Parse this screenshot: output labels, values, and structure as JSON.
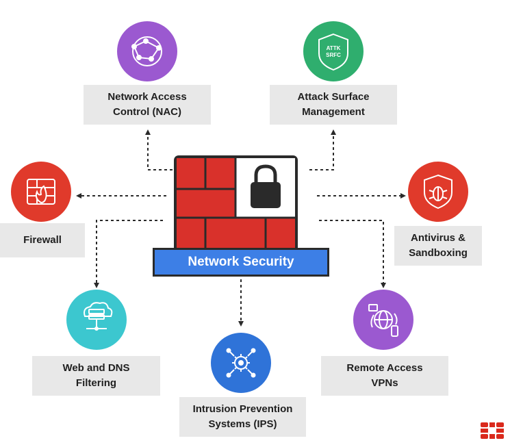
{
  "center": {
    "title": "Network Security",
    "banner_color": "#3d7fe6",
    "wall_color": "#d9312b",
    "icon": "padlock-icon"
  },
  "nodes": [
    {
      "id": "nac",
      "lines": [
        "Network Access",
        "Control (NAC)"
      ],
      "color": "#9b59d0",
      "icon": "network-globe-icon"
    },
    {
      "id": "asm",
      "lines": [
        "Attack Surface",
        "Management"
      ],
      "color": "#2fae6e",
      "icon": "shield-icon",
      "icon_text": [
        "ATTK",
        "SRFC"
      ]
    },
    {
      "id": "firewall",
      "lines": [
        "Firewall"
      ],
      "color": "#e03a2b",
      "icon": "firewall-flame-icon"
    },
    {
      "id": "antivirus",
      "lines": [
        "Antivirus &",
        "Sandboxing"
      ],
      "color": "#e03a2b",
      "icon": "bug-shield-icon"
    },
    {
      "id": "webdns",
      "lines": [
        "Web and DNS",
        "Filtering"
      ],
      "color": "#3cc7cf",
      "icon": "server-cloud-icon"
    },
    {
      "id": "ips",
      "lines": [
        "Intrusion Prevention",
        "Systems (IPS)"
      ],
      "color": "#2f73d8",
      "icon": "gear-network-icon"
    },
    {
      "id": "vpn",
      "lines": [
        "Remote Access",
        "VPNs"
      ],
      "color": "#9b59d0",
      "icon": "globe-devices-icon"
    }
  ],
  "logo": {
    "icon": "brand-logo-icon",
    "color": "#da291c"
  }
}
